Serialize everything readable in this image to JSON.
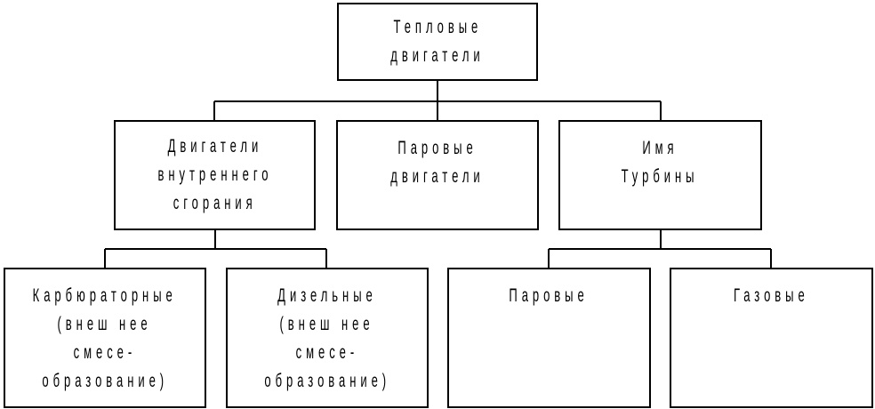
{
  "root": {
    "lines": [
      "Тепловые",
      "двигатели"
    ]
  },
  "level2": [
    {
      "lines": [
        "Двигатели",
        "внутреннего",
        "сгорания"
      ]
    },
    {
      "lines": [
        "Паровые",
        "двигатели"
      ]
    },
    {
      "lines": [
        "Имя",
        "Турбины"
      ]
    }
  ],
  "level3": [
    {
      "lines": [
        "Карбюраторные",
        "(внеш нее",
        "смесе-",
        "образование)"
      ]
    },
    {
      "lines": [
        "Дизельные",
        "(внеш нее",
        "смесе-",
        "образование)"
      ]
    },
    {
      "lines": [
        "Паровые"
      ]
    },
    {
      "lines": [
        "Газовые"
      ]
    }
  ]
}
